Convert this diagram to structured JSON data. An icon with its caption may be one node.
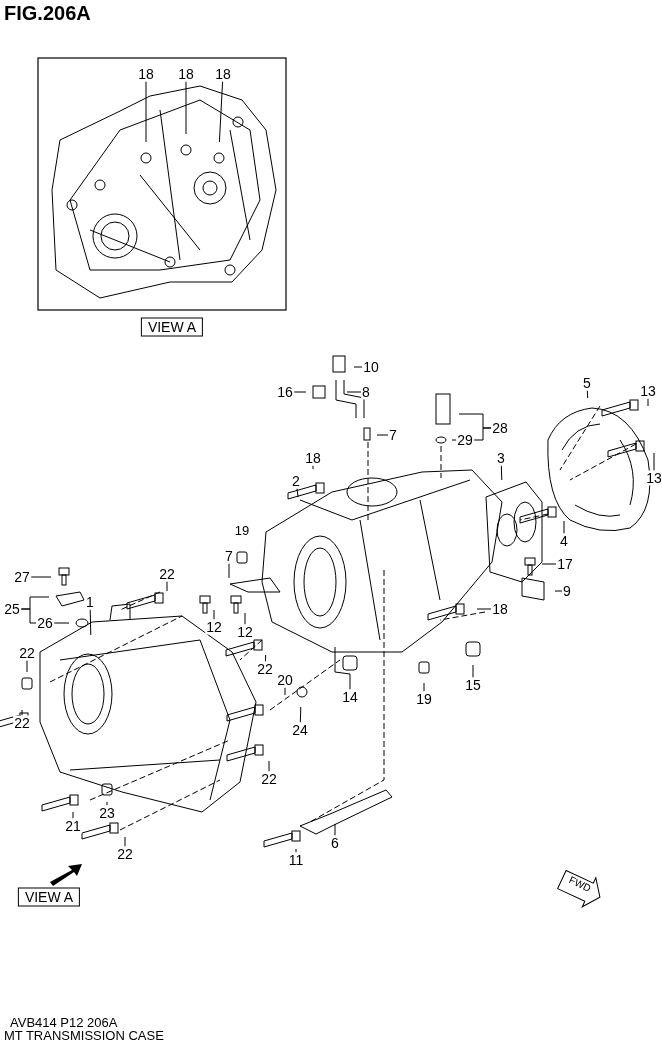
{
  "diagram": {
    "title": "FIG.206A",
    "caption": "MT TRANSMISSION CASE",
    "nodes": [
      {
        "text": [
          "18"
        ]
      },
      {
        "text": [
          "18"
        ]
      },
      {
        "text": [
          "18"
        ]
      },
      {
        "text": [
          "VIEW A"
        ]
      },
      {
        "text": [
          "10"
        ]
      },
      {
        "text": [
          "16"
        ]
      },
      {
        "text": [
          "8"
        ]
      },
      {
        "text": [
          "7"
        ]
      },
      {
        "text": [
          "28"
        ]
      },
      {
        "text": [
          "29"
        ]
      },
      {
        "text": [
          "5"
        ]
      },
      {
        "text": [
          "13"
        ]
      },
      {
        "text": [
          "13"
        ]
      },
      {
        "text": [
          "18"
        ]
      },
      {
        "text": [
          "2"
        ]
      },
      {
        "text": [
          "3"
        ]
      },
      {
        "text": [
          "7"
        ]
      },
      {
        "text": [
          "4"
        ]
      },
      {
        "text": [
          "17"
        ]
      },
      {
        "text": [
          "9"
        ]
      },
      {
        "text": [
          "22"
        ]
      },
      {
        "text": [
          "27"
        ]
      },
      {
        "text": [
          "25"
        ]
      },
      {
        "text": [
          "26"
        ]
      },
      {
        "text": [
          "1"
        ]
      },
      {
        "text": [
          "12"
        ]
      },
      {
        "text": [
          "12"
        ]
      },
      {
        "text": [
          "18"
        ]
      },
      {
        "text": [
          "22"
        ]
      },
      {
        "text": [
          "22"
        ]
      },
      {
        "text": [
          "20"
        ]
      },
      {
        "text": [
          "15"
        ]
      },
      {
        "text": [
          "14"
        ]
      },
      {
        "text": [
          "19"
        ]
      },
      {
        "text": [
          "24"
        ]
      },
      {
        "text": [
          "22"
        ]
      },
      {
        "text": [
          "22"
        ]
      },
      {
        "text": [
          "23"
        ]
      },
      {
        "text": [
          "21"
        ]
      },
      {
        "text": [
          "6"
        ]
      },
      {
        "text": [
          "22"
        ]
      },
      {
        "text": [
          "11"
        ]
      },
      {
        "text": [
          "VIEW A"
        ]
      }
    ],
    "edges": [
      {
        "from": 0,
        "to": null,
        "arrow": "none"
      },
      {
        "from": 1,
        "to": null,
        "arrow": "none"
      },
      {
        "from": 2,
        "to": null,
        "arrow": "none"
      },
      {
        "from": 4,
        "to": null,
        "arrow": "none"
      },
      {
        "from": 5,
        "to": null,
        "arrow": "none"
      },
      {
        "from": 6,
        "to": null,
        "arrow": "none"
      },
      {
        "from": 7,
        "to": null,
        "arrow": "none"
      },
      {
        "from": 8,
        "to": null,
        "arrow": "none"
      },
      {
        "from": 8,
        "to": 9,
        "arrow": "none"
      },
      {
        "from": 9,
        "to": null,
        "arrow": "none"
      },
      {
        "from": 10,
        "to": null,
        "arrow": "none"
      },
      {
        "from": 11,
        "to": null,
        "arrow": "none"
      },
      {
        "from": 12,
        "to": null,
        "arrow": "none"
      },
      {
        "from": 13,
        "to": null,
        "arrow": "none"
      },
      {
        "from": 14,
        "to": null,
        "arrow": "none"
      },
      {
        "from": 15,
        "to": null,
        "arrow": "none"
      },
      {
        "from": 16,
        "to": null,
        "arrow": "none"
      },
      {
        "from": 17,
        "to": null,
        "arrow": "none"
      },
      {
        "from": 18,
        "to": null,
        "arrow": "none"
      },
      {
        "from": 19,
        "to": null,
        "arrow": "none"
      },
      {
        "from": 20,
        "to": null,
        "arrow": "none"
      },
      {
        "from": 21,
        "to": null,
        "arrow": "none"
      },
      {
        "from": 22,
        "to": null,
        "arrow": "none"
      },
      {
        "from": 22,
        "to": 23,
        "arrow": "none"
      },
      {
        "from": 23,
        "to": null,
        "arrow": "none"
      },
      {
        "from": 24,
        "to": null,
        "arrow": "none"
      },
      {
        "from": 25,
        "to": null,
        "arrow": "none"
      },
      {
        "from": 26,
        "to": null,
        "arrow": "none"
      },
      {
        "from": 27,
        "to": null,
        "arrow": "none"
      },
      {
        "from": 28,
        "to": null,
        "arrow": "none"
      },
      {
        "from": 29,
        "to": null,
        "arrow": "none"
      },
      {
        "from": 30,
        "to": null,
        "arrow": "none"
      },
      {
        "from": 31,
        "to": null,
        "arrow": "none"
      },
      {
        "from": 32,
        "to": null,
        "arrow": "none"
      },
      {
        "from": 33,
        "to": null,
        "arrow": "none"
      },
      {
        "from": 34,
        "to": null,
        "arrow": "none"
      },
      {
        "from": 35,
        "to": null,
        "arrow": "none"
      },
      {
        "from": 36,
        "to": null,
        "arrow": "none"
      },
      {
        "from": 37,
        "to": null,
        "arrow": "none"
      },
      {
        "from": 38,
        "to": null,
        "arrow": "none"
      },
      {
        "from": 39,
        "to": null,
        "arrow": "none"
      },
      {
        "from": 40,
        "to": null,
        "arrow": "none"
      },
      {
        "from": 41,
        "to": null,
        "arrow": "none"
      }
    ],
    "labels": [
      "19",
      "FWD",
      "AVB414 P12 206A"
    ]
  }
}
